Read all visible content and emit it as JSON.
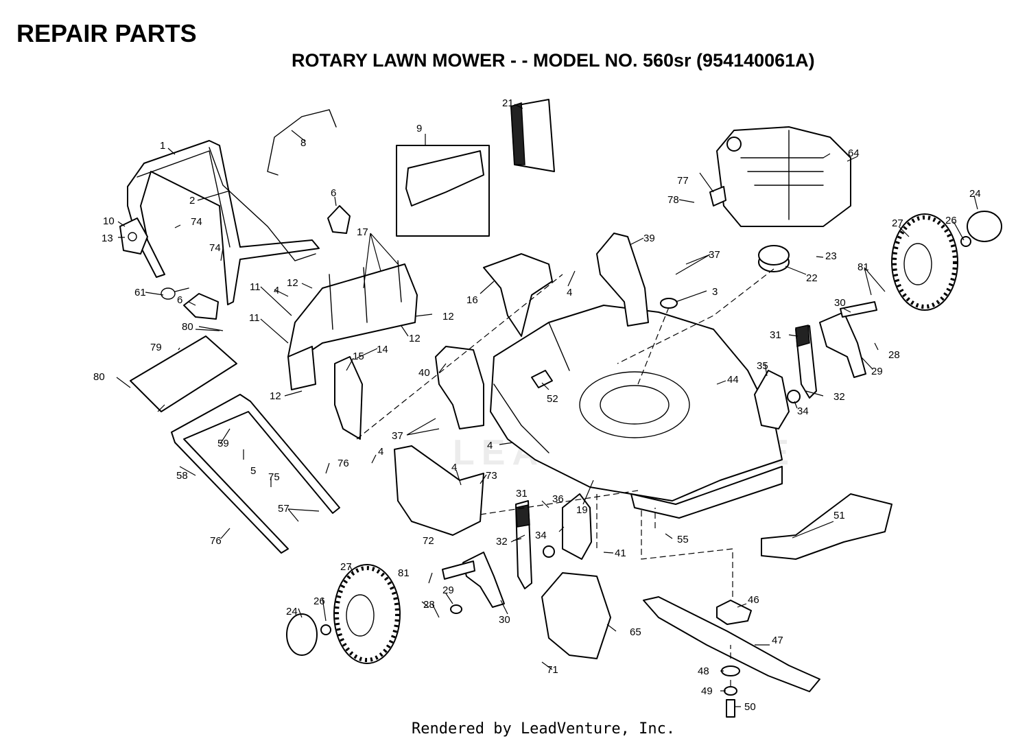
{
  "header": {
    "title": "REPAIR PARTS",
    "subtitle": "ROTARY LAWN MOWER - - MODEL NO. 560sr (954140061A)"
  },
  "footer": {
    "credit": "Rendered by LeadVenture, Inc."
  },
  "watermark": {
    "text": "LEADVENTURE"
  },
  "callouts": {
    "c1": "1",
    "c2": "2",
    "c3": "3",
    "c4a": "4",
    "c4b": "4",
    "c4c": "4",
    "c4d": "4",
    "c4e": "4",
    "c5": "5",
    "c6a": "6",
    "c6b": "6",
    "c8": "8",
    "c9": "9",
    "c10": "10",
    "c11a": "11",
    "c11b": "11",
    "c12a": "12",
    "c12b": "12",
    "c12c": "12",
    "c12d": "12",
    "c13": "13",
    "c14": "14",
    "c15": "15",
    "c16": "16",
    "c17": "17",
    "c19": "19",
    "c21": "21",
    "c22": "22",
    "c23": "23",
    "c24a": "24",
    "c24b": "24",
    "c26a": "26",
    "c26b": "26",
    "c27a": "27",
    "c27b": "27",
    "c28a": "28",
    "c28b": "28",
    "c29a": "29",
    "c29b": "29",
    "c30a": "30",
    "c30b": "30",
    "c31a": "31",
    "c31b": "31",
    "c32a": "32",
    "c32b": "32",
    "c34a": "34",
    "c34b": "34",
    "c35": "35",
    "c36": "36",
    "c37a": "37",
    "c37b": "37",
    "c39": "39",
    "c40": "40",
    "c41": "41",
    "c44": "44",
    "c46": "46",
    "c47": "47",
    "c48": "48",
    "c49": "49",
    "c50": "50",
    "c51": "51",
    "c52": "52",
    "c55": "55",
    "c57": "57",
    "c58": "58",
    "c59": "59",
    "c61": "61",
    "c64": "64",
    "c65": "65",
    "c71": "71",
    "c72": "72",
    "c73": "73",
    "c74a": "74",
    "c74b": "74",
    "c75": "75",
    "c76a": "76",
    "c76b": "76",
    "c77": "77",
    "c78": "78",
    "c79": "79",
    "c80a": "80",
    "c80b": "80",
    "c81a": "81",
    "c81b": "81"
  }
}
